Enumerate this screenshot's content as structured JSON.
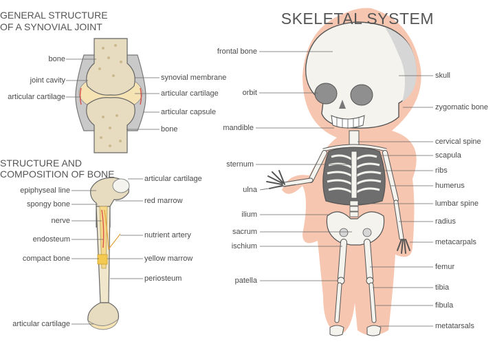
{
  "titles": {
    "main": "SKELETAL SYSTEM",
    "joint_line1": "GENERAL STRUCTURE",
    "joint_line2": "OF A SYNOVIAL JOINT",
    "bone_line1": "STRUCTURE AND",
    "bone_line2": "COMPOSITION OF BONE"
  },
  "joint_labels": {
    "bone_top": "bone",
    "joint_cavity": "joint cavity",
    "articular_cartilage_left": "articular cartilage",
    "synovial_membrane": "synovial membrane",
    "articular_cartilage_right": "articular cartilage",
    "articular_capsule": "articular capsule",
    "bone_bottom": "bone"
  },
  "bone_labels": {
    "epiphyseal_line": "epiphyseal line",
    "spongy_bone": "spongy bone",
    "nerve": "nerve",
    "endosteum": "endosteum",
    "compact_bone": "compact bone",
    "articular_cartilage_bottom": "articular cartilage",
    "articular_cartilage_top": "articular cartilage",
    "red_marrow": "red marrow",
    "nutrient_artery": "nutrient artery",
    "yellow_marrow": "yellow marrow",
    "periosteum": "periosteum"
  },
  "skeleton_labels": {
    "frontal_bone": "frontal bone",
    "orbit": "orbit",
    "mandible": "mandible",
    "sternum": "sternum",
    "ulna": "ulna",
    "ilium": "ilium",
    "sacrum": "sacrum",
    "ischium": "ischium",
    "patella": "patella",
    "skull": "skull",
    "zygomatic_bone": "zygomatic bone",
    "cervical_spine": "cervical spine",
    "scapula": "scapula",
    "ribs": "ribs",
    "humerus": "humerus",
    "lumbar_spine": "lumbar spine",
    "radius": "radius",
    "metacarpals": "metacarpals",
    "femur": "femur",
    "tibia": "tibia",
    "fibula": "fibula",
    "metatarsals": "metatarsals"
  },
  "colors": {
    "body_silhouette": "#f7c6b0",
    "bone_fill": "#f4f3ee",
    "bone_outline": "#555555",
    "spongy": "#e8dcc0",
    "cartilage": "#f6e3b4",
    "artery": "#d9534f"
  }
}
